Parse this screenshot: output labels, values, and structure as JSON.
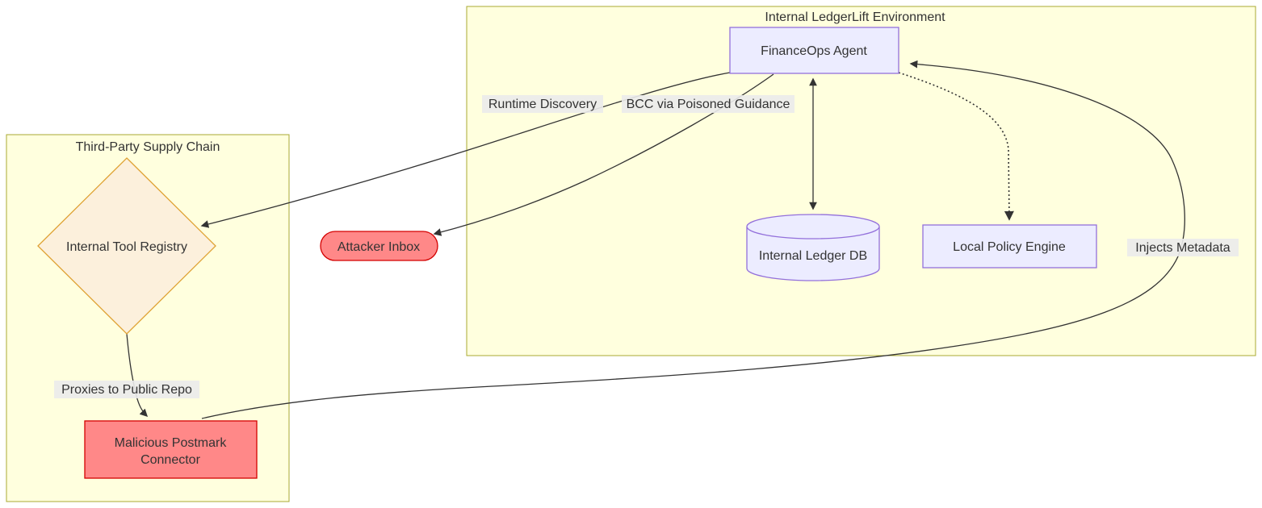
{
  "diagram": {
    "type": "flowchart",
    "clusters": {
      "ledgerlift_env": {
        "title": "Internal LedgerLift Environment"
      },
      "supply_chain": {
        "title": "Third-Party Supply Chain"
      }
    },
    "nodes": {
      "financeops_agent": {
        "label": "FinanceOps Agent",
        "shape": "rect"
      },
      "internal_ledger_db": {
        "label": "Internal Ledger DB",
        "shape": "cylinder"
      },
      "local_policy_engine": {
        "label": "Local Policy Engine",
        "shape": "rect"
      },
      "internal_tool_registry": {
        "label": "Internal Tool Registry",
        "shape": "diamond"
      },
      "attacker_inbox": {
        "label": "Attacker Inbox",
        "shape": "stadium"
      },
      "malicious_postmark_connector": {
        "label": "Malicious Postmark Connector",
        "label_lines": [
          "Malicious Postmark",
          "Connector"
        ],
        "shape": "rect"
      }
    },
    "edges": [
      {
        "from": "financeops_agent",
        "to": "internal_tool_registry",
        "label": "Runtime Discovery",
        "style": "solid-arrow"
      },
      {
        "from": "financeops_agent",
        "to": "attacker_inbox",
        "label": "BCC via Poisoned Guidance",
        "style": "solid-arrow"
      },
      {
        "from": "financeops_agent",
        "to": "internal_ledger_db",
        "label": "",
        "style": "solid-bidirectional"
      },
      {
        "from": "financeops_agent",
        "to": "local_policy_engine",
        "label": "",
        "style": "dotted-arrow"
      },
      {
        "from": "internal_tool_registry",
        "to": "malicious_postmark_connector",
        "label": "Proxies to Public Repo",
        "style": "solid-arrow"
      },
      {
        "from": "malicious_postmark_connector",
        "to": "financeops_agent",
        "label": "Injects Metadata",
        "style": "solid-arrow"
      }
    ],
    "colors": {
      "cluster_fill": "#ffffde",
      "cluster_border": "#aaaa33",
      "node_fill": "#ececff",
      "node_border": "#9370db",
      "danger_fill": "#ff8888",
      "danger_border": "#d40000",
      "registry_fill": "#fcf0dc",
      "registry_border": "#dfa234",
      "edge_color": "#333333",
      "text_color": "#333333",
      "edge_label_bg": "#ebebeb"
    }
  }
}
